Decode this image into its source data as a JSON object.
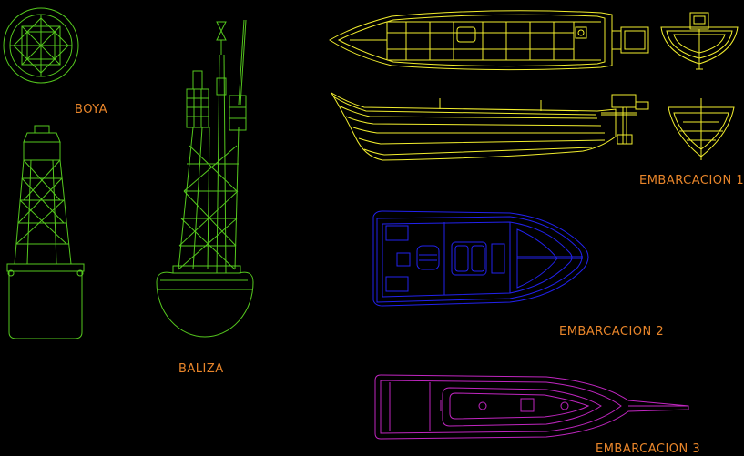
{
  "labels": {
    "boya": "BOYA",
    "baliza": "BALIZA",
    "embarcacion1": "EMBARCACION 1",
    "embarcacion2": "EMBARCACION 2",
    "embarcacion3": "EMBARCACION 3"
  },
  "colors": {
    "background": "#000000",
    "label": "#e8852a",
    "green": "#55c81e",
    "yellow": "#f2ee2e",
    "blue": "#2222ee",
    "magenta": "#c026c0",
    "white": "#f0f0f0"
  }
}
